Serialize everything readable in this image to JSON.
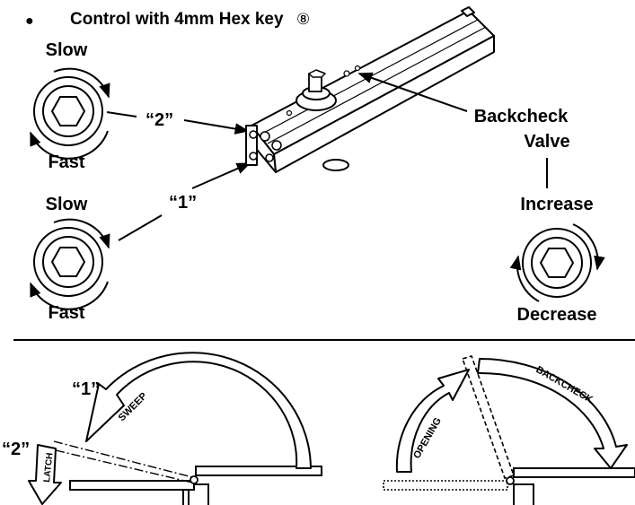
{
  "header": {
    "bullet": "●",
    "text": "Control with 4mm Hex key",
    "circled_number": "⑧"
  },
  "adjusters": {
    "valve2": {
      "top_label": "Slow",
      "bottom_label": "Fast",
      "callout": "“2”"
    },
    "valve1": {
      "top_label": "Slow",
      "bottom_label": "Fast",
      "callout": "“1”"
    },
    "backcheck": {
      "label_line1": "Backcheck",
      "label_line2": "Valve",
      "top_label": "Increase",
      "bottom_label": "Decrease"
    }
  },
  "door_diagrams": {
    "closing": {
      "zone1_label": "“1”",
      "zone2_label": "“2”",
      "sweep_text": "SWEEP",
      "latch_text": "LATCH"
    },
    "opening": {
      "opening_text": "OPENING",
      "backcheck_text": "BACKCHECK"
    }
  },
  "icons": [
    "hex-key-adjuster-icon",
    "clockwise-arrow-icon",
    "door-closer-body-icon"
  ]
}
